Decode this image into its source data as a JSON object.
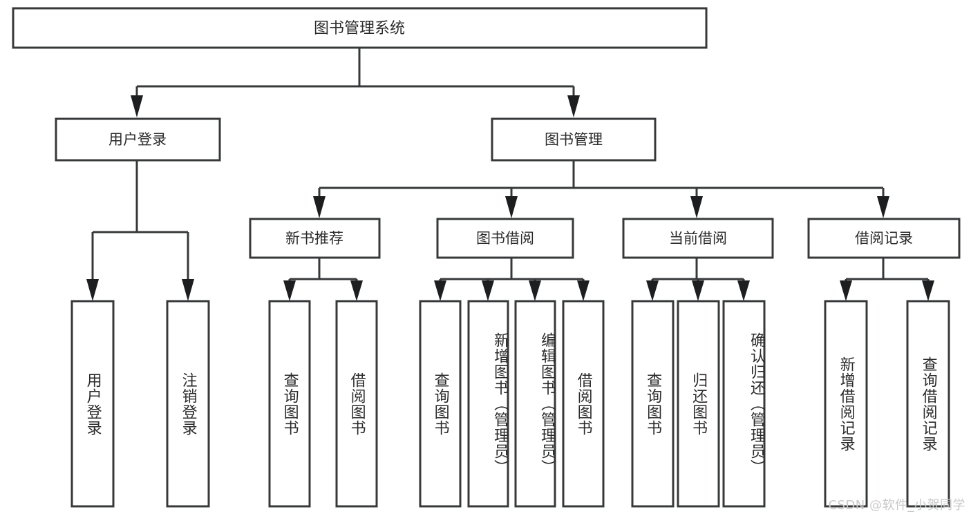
{
  "diagram": {
    "type": "tree",
    "title": "图书管理系统",
    "watermark": "CSDN @软件_小贺同学",
    "colors": {
      "stroke": "#37383a",
      "fill": "#ffffff",
      "text": "#2b2b2b",
      "watermark": "#c9c9c9",
      "background": "#ffffff"
    },
    "nodes": {
      "root": {
        "label": "图书管理系统"
      },
      "level1": [
        {
          "id": "user-login",
          "label": "用户登录"
        },
        {
          "id": "book-manage",
          "label": "图书管理"
        }
      ],
      "level2": [
        {
          "id": "new-book-recommend",
          "label": "新书推荐",
          "parent": "book-manage"
        },
        {
          "id": "book-borrow",
          "label": "图书借阅",
          "parent": "book-manage"
        },
        {
          "id": "current-borrow",
          "label": "当前借阅",
          "parent": "book-manage"
        },
        {
          "id": "borrow-record",
          "label": "借阅记录",
          "parent": "book-manage"
        }
      ],
      "leaves": [
        {
          "id": "leaf-user-login",
          "label": "用户登录",
          "parent": "user-login"
        },
        {
          "id": "leaf-logout-login",
          "label": "注销登录",
          "parent": "user-login"
        },
        {
          "id": "leaf-query-book-1",
          "label": "查询图书",
          "parent": "new-book-recommend"
        },
        {
          "id": "leaf-borrow-book-1",
          "label": "借阅图书",
          "parent": "new-book-recommend"
        },
        {
          "id": "leaf-query-book-2",
          "label": "查询图书",
          "parent": "book-borrow"
        },
        {
          "id": "leaf-add-book",
          "label": "新增图书（管理员）",
          "parent": "book-borrow"
        },
        {
          "id": "leaf-edit-book",
          "label": "编辑图书（管理员）",
          "parent": "book-borrow"
        },
        {
          "id": "leaf-borrow-book-2",
          "label": "借阅图书",
          "parent": "book-borrow"
        },
        {
          "id": "leaf-query-book-3",
          "label": "查询图书",
          "parent": "current-borrow"
        },
        {
          "id": "leaf-return-book",
          "label": "归还图书",
          "parent": "current-borrow"
        },
        {
          "id": "leaf-confirm-return",
          "label": "确认归还（管理员）",
          "parent": "current-borrow"
        },
        {
          "id": "leaf-add-record",
          "label": "新增借阅记录",
          "parent": "borrow-record"
        },
        {
          "id": "leaf-query-record",
          "label": "查询借阅记录",
          "parent": "borrow-record"
        }
      ]
    }
  }
}
